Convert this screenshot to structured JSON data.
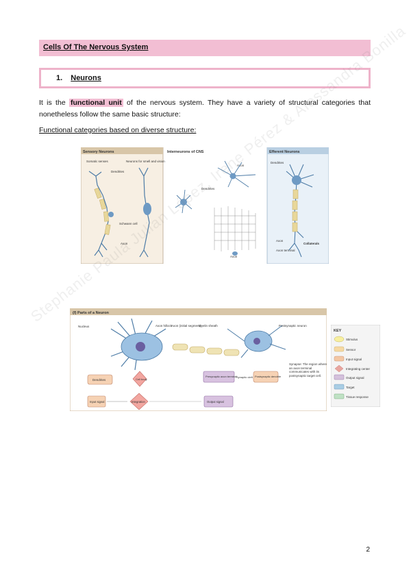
{
  "section": {
    "title": "Cells Of The Nervous System"
  },
  "subsection": {
    "number": "1.",
    "title": "Neurons"
  },
  "intro": {
    "before": "It is the ",
    "highlight": "functional unit",
    "after": " of the nervous system. They have a variety of structural categories that nonetheless follow the same basic structure:"
  },
  "categories_heading": "Functional categories based on diverse structure:",
  "figure1": {
    "panels": [
      "Sensory Neurons",
      "Interneurons of CNS",
      "Efferent Neurons"
    ],
    "labels": {
      "somatic_senses": "Somatic senses",
      "neurons_smell": "Neurons for smell and vision",
      "dendrites": "Dendrites",
      "schwann": "Schwann cell",
      "axon": "Axon",
      "axon_terminal": "Axon terminal",
      "collaterals": "Collaterals"
    }
  },
  "figure2": {
    "title": "(f) Parts of a Neuron",
    "labels": {
      "nucleus": "Nucleus",
      "axon_hillock": "Axon hillock",
      "initial_segment": "Axon (initial segment)",
      "myelin": "Myelin sheath",
      "postsynaptic_neuron": "Postsynaptic neuron",
      "synapse_note": "Synapse: The region where an axon terminal communicates with its postsynaptic target cell.",
      "dendrites": "Dendrites",
      "cell_body": "Cell body",
      "presynaptic": "Presynaptic axon terminal",
      "synaptic_cleft": "Synaptic cleft",
      "postsynaptic_dendrite": "Postsynaptic dendrite",
      "input_signal": "Input signal",
      "integration": "Integration",
      "output_signal": "Output signal"
    }
  },
  "key": {
    "title": "KEY",
    "items": [
      {
        "label": "Stimulus",
        "color": "#f7efa0"
      },
      {
        "label": "Sensor",
        "color": "#f6d9a3"
      },
      {
        "label": "Input signal",
        "color": "#f3c7a4"
      },
      {
        "label": "Integrating center",
        "color": "#e8a6a0"
      },
      {
        "label": "Output signal",
        "color": "#d4c1dc"
      },
      {
        "label": "Target",
        "color": "#a9cde4"
      },
      {
        "label": "Tissue response",
        "color": "#bfe1c4"
      }
    ]
  },
  "watermark": "Stephanie Paula Julian López, Irene Pérez & Alessandra Bonilla",
  "page_number": "2"
}
